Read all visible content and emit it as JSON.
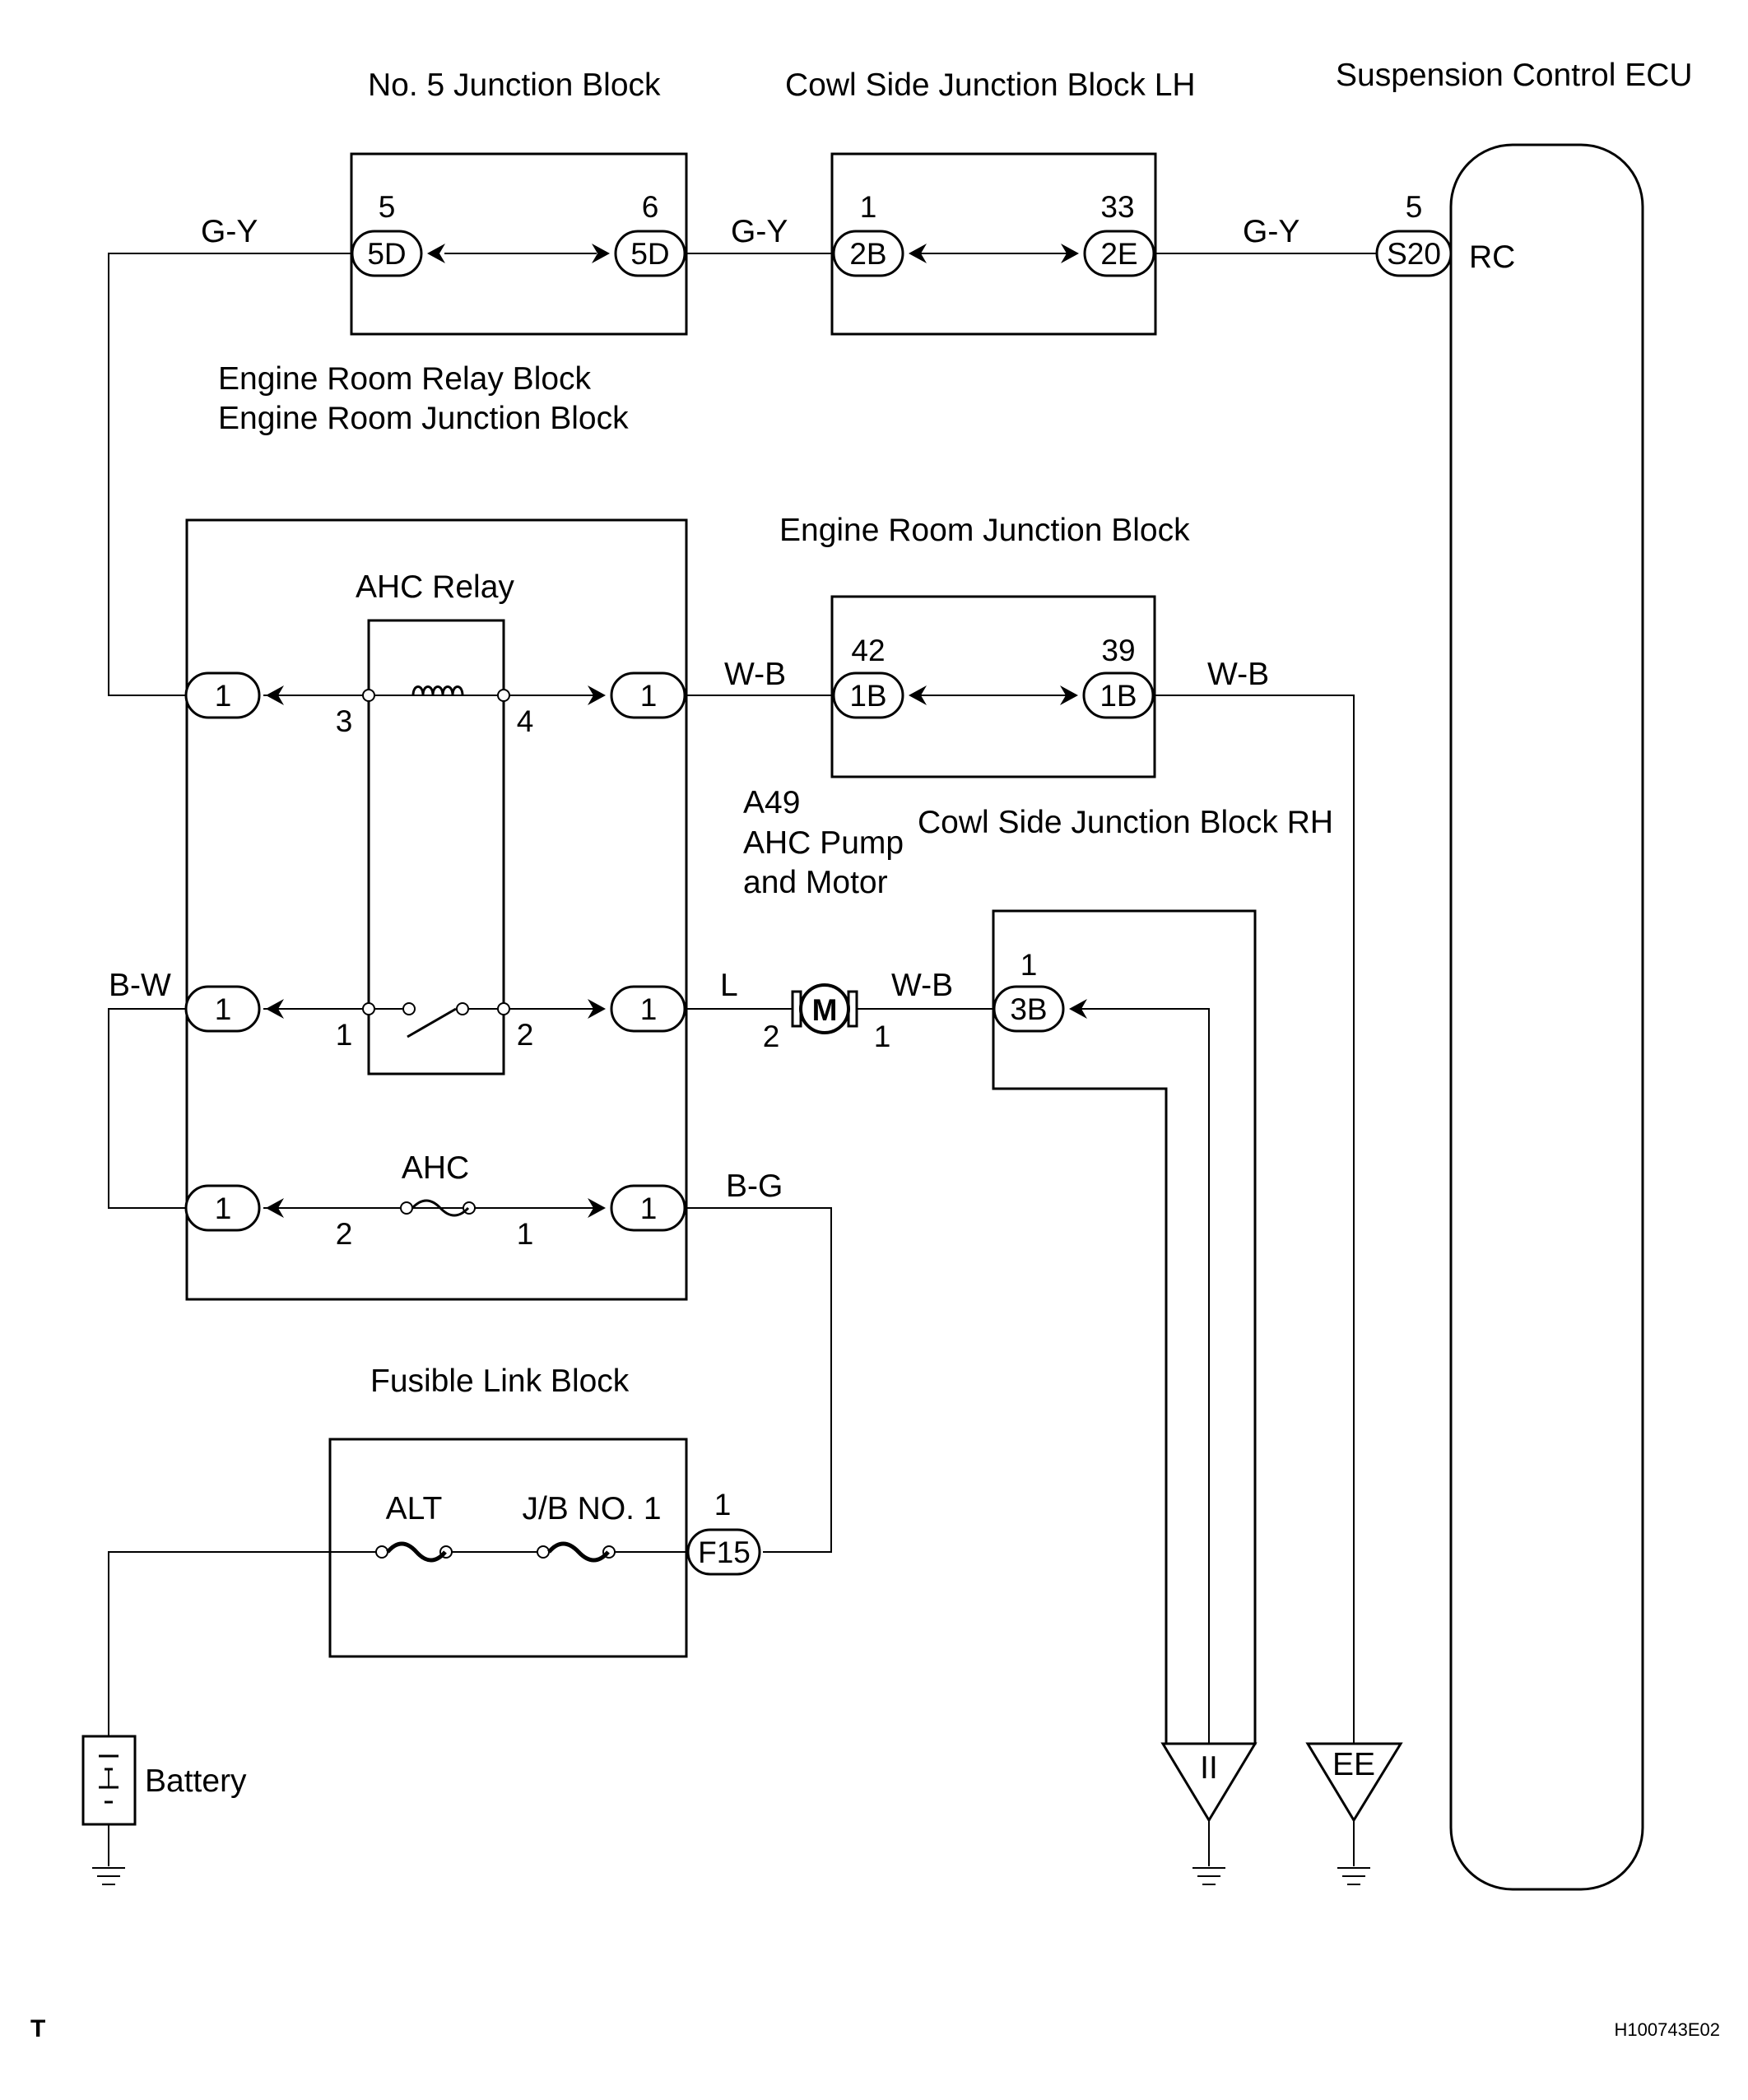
{
  "diagram": {
    "titles": {
      "no5_jb": "No. 5 Junction Block",
      "cowl_lh": "Cowl Side Junction Block LH",
      "ecu": "Suspension Control ECU",
      "engine_relay_block": "Engine Room Relay Block",
      "engine_jb_1": "Engine Room Junction Block",
      "engine_jb_2": "Engine Room Junction Block",
      "ahc_relay": "AHC Relay",
      "pump_code": "A49",
      "pump_line1": "AHC Pump",
      "pump_line2": "and Motor",
      "cowl_rh": "Cowl Side Junction Block RH",
      "fusible": "Fusible Link Block",
      "battery": "Battery"
    },
    "wire_colors": {
      "gy_left": "G-Y",
      "gy_mid": "G-Y",
      "gy_right": "G-Y",
      "wb_relay": "W-B",
      "wb_ecu": "W-B",
      "bw": "B-W",
      "l": "L",
      "wb_motor": "W-B",
      "bg": "B-G"
    },
    "connectors": {
      "c5d_a": "5D",
      "c5d_b": "5D",
      "c2b": "2B",
      "c2e": "2E",
      "s20": "S20",
      "rly_coil_in": "1",
      "rly_coil_out": "1",
      "c1b_a": "1B",
      "c1b_b": "1B",
      "rly_sw_in": "1",
      "rly_sw_out": "1",
      "c3b": "3B",
      "fuse_in": "1",
      "fuse_out": "1",
      "f15": "F15"
    },
    "pins": {
      "p5d_a": "5",
      "p5d_b": "6",
      "p2b": "1",
      "p2e": "33",
      "ps20": "5",
      "rc": "RC",
      "p1b_a": "42",
      "p1b_b": "39",
      "relay_3": "3",
      "relay_4": "4",
      "relay_1": "1",
      "relay_2": "2",
      "motor_2": "2",
      "motor_1": "1",
      "p3b": "1",
      "fuse_2": "2",
      "fuse_1": "1",
      "pf15": "1"
    },
    "components": {
      "ahc_fuse": "AHC",
      "alt": "ALT",
      "jb_no1": "J/B NO. 1",
      "motor": "M"
    },
    "grounds": {
      "ii": "II",
      "ee": "EE"
    },
    "footer": {
      "left": "T",
      "right": "H100743E02"
    }
  }
}
